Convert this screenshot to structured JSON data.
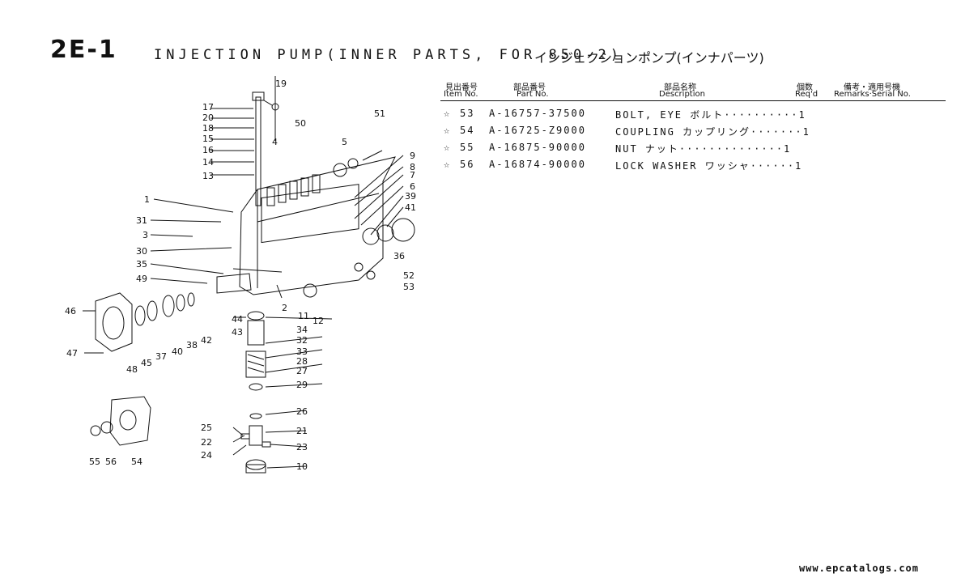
{
  "header": {
    "code": "2E-1",
    "title": "INJECTION PUMP(INNER PARTS, FOR 850-2)",
    "title_jp": "インジェクションポンプ(インナパーツ)"
  },
  "table": {
    "columns": [
      {
        "jp": "見出番号",
        "en": "Item No."
      },
      {
        "jp": "部品番号",
        "en": "Part No."
      },
      {
        "jp": "部品名称",
        "en": "Description"
      },
      {
        "jp": "個数",
        "en": "Req'd"
      },
      {
        "jp": "備考・適用号機",
        "en": "Remarks·Serial No."
      }
    ],
    "rows": [
      {
        "mark": "☆",
        "item": "53",
        "part": "A-16757-37500",
        "desc": "BOLT, EYE ボルト··········1"
      },
      {
        "mark": "☆",
        "item": "54",
        "part": "A-16725-Z9000",
        "desc": "COUPLING カップリング·······1"
      },
      {
        "mark": "☆",
        "item": "55",
        "part": "A-16875-90000",
        "desc": "NUT ナット··············1"
      },
      {
        "mark": "☆",
        "item": "56",
        "part": "A-16874-90000",
        "desc": "LOCK WASHER ワッシャ······1"
      }
    ]
  },
  "diagram": {
    "callouts": [
      "19",
      "17",
      "20",
      "18",
      "15",
      "16",
      "14",
      "13",
      "50",
      "4",
      "5",
      "51",
      "9",
      "8",
      "7",
      "6",
      "39",
      "41",
      "36",
      "1",
      "31",
      "3",
      "30",
      "35",
      "49",
      "52",
      "53",
      "2",
      "11",
      "12",
      "46",
      "44",
      "43",
      "42",
      "34",
      "32",
      "33",
      "28",
      "27",
      "29",
      "26",
      "25",
      "21",
      "22",
      "23",
      "24",
      "10",
      "47",
      "48",
      "45",
      "37",
      "40",
      "38",
      "55",
      "56",
      "54"
    ]
  },
  "footer": {
    "url": "www.epcatalogs.com"
  }
}
